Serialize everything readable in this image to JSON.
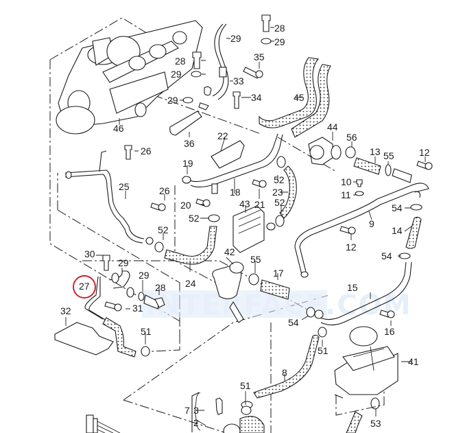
{
  "diagram": {
    "type": "exploded-parts-diagram",
    "subject": "engine coolant hoses and pipes",
    "highlighted_callout": "27",
    "highlight_color": "#c8252b",
    "watermark": "INTERFACE.COM",
    "callouts": [
      {
        "id": "c28a",
        "label": "28"
      },
      {
        "id": "c29a",
        "label": "29"
      },
      {
        "id": "c29b",
        "label": "29"
      },
      {
        "id": "c35",
        "label": "35"
      },
      {
        "id": "c28b",
        "label": "28"
      },
      {
        "id": "c29c",
        "label": "29"
      },
      {
        "id": "c33",
        "label": "33"
      },
      {
        "id": "c29d",
        "label": "29"
      },
      {
        "id": "c34",
        "label": "34"
      },
      {
        "id": "c45",
        "label": "45"
      },
      {
        "id": "c46",
        "label": "46"
      },
      {
        "id": "c36",
        "label": "36"
      },
      {
        "id": "c22",
        "label": "22"
      },
      {
        "id": "c44",
        "label": "44"
      },
      {
        "id": "c56",
        "label": "56"
      },
      {
        "id": "c13",
        "label": "13"
      },
      {
        "id": "c55a",
        "label": "55"
      },
      {
        "id": "c12a",
        "label": "12"
      },
      {
        "id": "c26a",
        "label": "26"
      },
      {
        "id": "c19",
        "label": "19"
      },
      {
        "id": "c52a",
        "label": "52"
      },
      {
        "id": "c10",
        "label": "10"
      },
      {
        "id": "c11",
        "label": "11"
      },
      {
        "id": "c25",
        "label": "25"
      },
      {
        "id": "c26b",
        "label": "26"
      },
      {
        "id": "c18",
        "label": "18"
      },
      {
        "id": "c21",
        "label": "21"
      },
      {
        "id": "c23",
        "label": "23"
      },
      {
        "id": "c20",
        "label": "20"
      },
      {
        "id": "c43",
        "label": "43"
      },
      {
        "id": "c52b",
        "label": "52"
      },
      {
        "id": "c54a",
        "label": "54"
      },
      {
        "id": "c52c",
        "label": "52"
      },
      {
        "id": "c9",
        "label": "9"
      },
      {
        "id": "c14",
        "label": "14"
      },
      {
        "id": "c52d",
        "label": "52"
      },
      {
        "id": "c12b",
        "label": "12"
      },
      {
        "id": "c42",
        "label": "42"
      },
      {
        "id": "c54b",
        "label": "54"
      },
      {
        "id": "c30",
        "label": "30"
      },
      {
        "id": "c29e",
        "label": "29"
      },
      {
        "id": "c55b",
        "label": "55"
      },
      {
        "id": "c17",
        "label": "17"
      },
      {
        "id": "c29f",
        "label": "29"
      },
      {
        "id": "c27",
        "label": "27"
      },
      {
        "id": "c28c",
        "label": "28"
      },
      {
        "id": "c24",
        "label": "24"
      },
      {
        "id": "c15",
        "label": "15"
      },
      {
        "id": "c31",
        "label": "31"
      },
      {
        "id": "c54c",
        "label": "54"
      },
      {
        "id": "c16",
        "label": "16"
      },
      {
        "id": "c32",
        "label": "32"
      },
      {
        "id": "c51a",
        "label": "51"
      },
      {
        "id": "c51b",
        "label": "51"
      },
      {
        "id": "c41",
        "label": "41"
      },
      {
        "id": "c8",
        "label": "8"
      },
      {
        "id": "c51c",
        "label": "51"
      },
      {
        "id": "c7",
        "label": "7"
      },
      {
        "id": "c3",
        "label": "3"
      },
      {
        "id": "c2",
        "label": "2"
      },
      {
        "id": "c53",
        "label": "53"
      }
    ]
  }
}
